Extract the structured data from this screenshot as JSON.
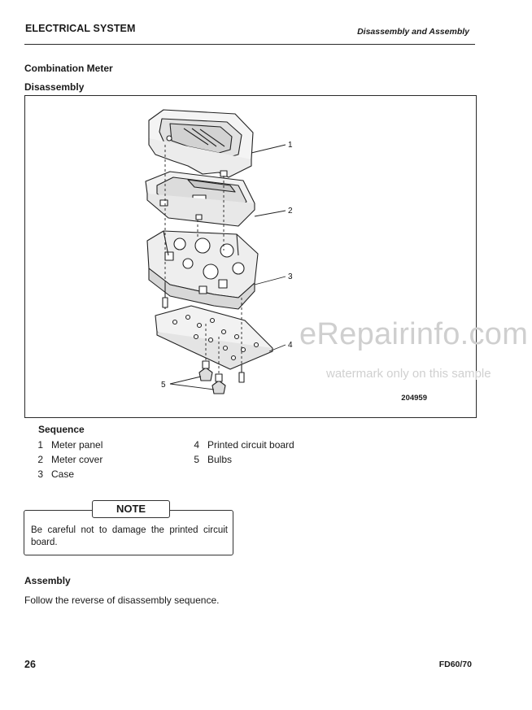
{
  "header": {
    "section": "ELECTRICAL SYSTEM",
    "subsection": "Disassembly and Assembly"
  },
  "titles": {
    "topic": "Combination Meter",
    "disassembly": "Disassembly",
    "assembly": "Assembly"
  },
  "figure": {
    "callouts": [
      "1",
      "2",
      "3",
      "4",
      "5"
    ],
    "figure_number": "204959"
  },
  "sequence": {
    "title": "Sequence",
    "items": [
      {
        "num": "1",
        "label": "Meter panel"
      },
      {
        "num": "2",
        "label": "Meter cover"
      },
      {
        "num": "3",
        "label": "Case"
      },
      {
        "num": "4",
        "label": "Printed circuit board"
      },
      {
        "num": "5",
        "label": "Bulbs"
      }
    ]
  },
  "note": {
    "label": "NOTE",
    "text": "Be careful not to damage the printed circuit board."
  },
  "assembly_text": "Follow the reverse of disassembly sequence.",
  "footer": {
    "page": "26",
    "model": "FD60/70"
  },
  "watermark": {
    "main": "eRepairinfo.com",
    "sub": "watermark only on this sample"
  }
}
